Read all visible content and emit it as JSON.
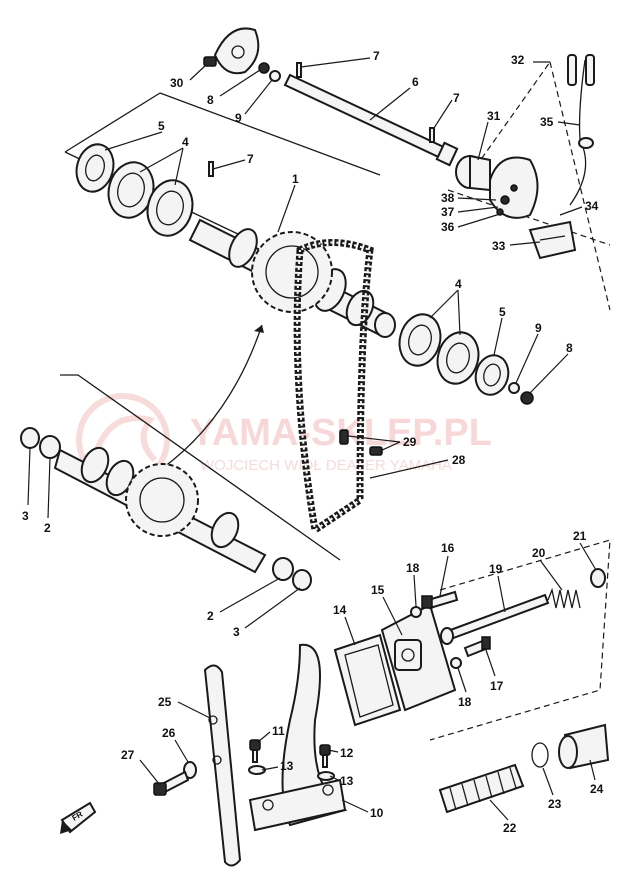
{
  "callouts": {
    "c1": "1",
    "c2": "2",
    "c3": "3",
    "c4": "4",
    "c5": "5",
    "c6": "6",
    "c7": "7",
    "c8": "8",
    "c9": "9",
    "c10": "10",
    "c11": "11",
    "c12": "12",
    "c13": "13",
    "c14": "14",
    "c15": "15",
    "c16": "16",
    "c17": "17",
    "c18": "18",
    "c19": "19",
    "c20": "20",
    "c21": "21",
    "c22": "22",
    "c23": "23",
    "c24": "24",
    "c25": "25",
    "c26": "26",
    "c27": "27",
    "c28": "28",
    "c29": "29",
    "c30": "30",
    "c31": "31",
    "c32": "32",
    "c33": "33",
    "c34": "34",
    "c35": "35",
    "c36": "36",
    "c37": "37",
    "c38": "38"
  },
  "watermark": {
    "title": "YAMA-SKLEP.PL",
    "subtitle": "WOJCIECH WIDŁ DEALER YAMAHA"
  },
  "front_marker": "FR",
  "colors": {
    "ink": "#1a1a1a",
    "watermark": "#f2b8b8",
    "background": "#ffffff"
  }
}
